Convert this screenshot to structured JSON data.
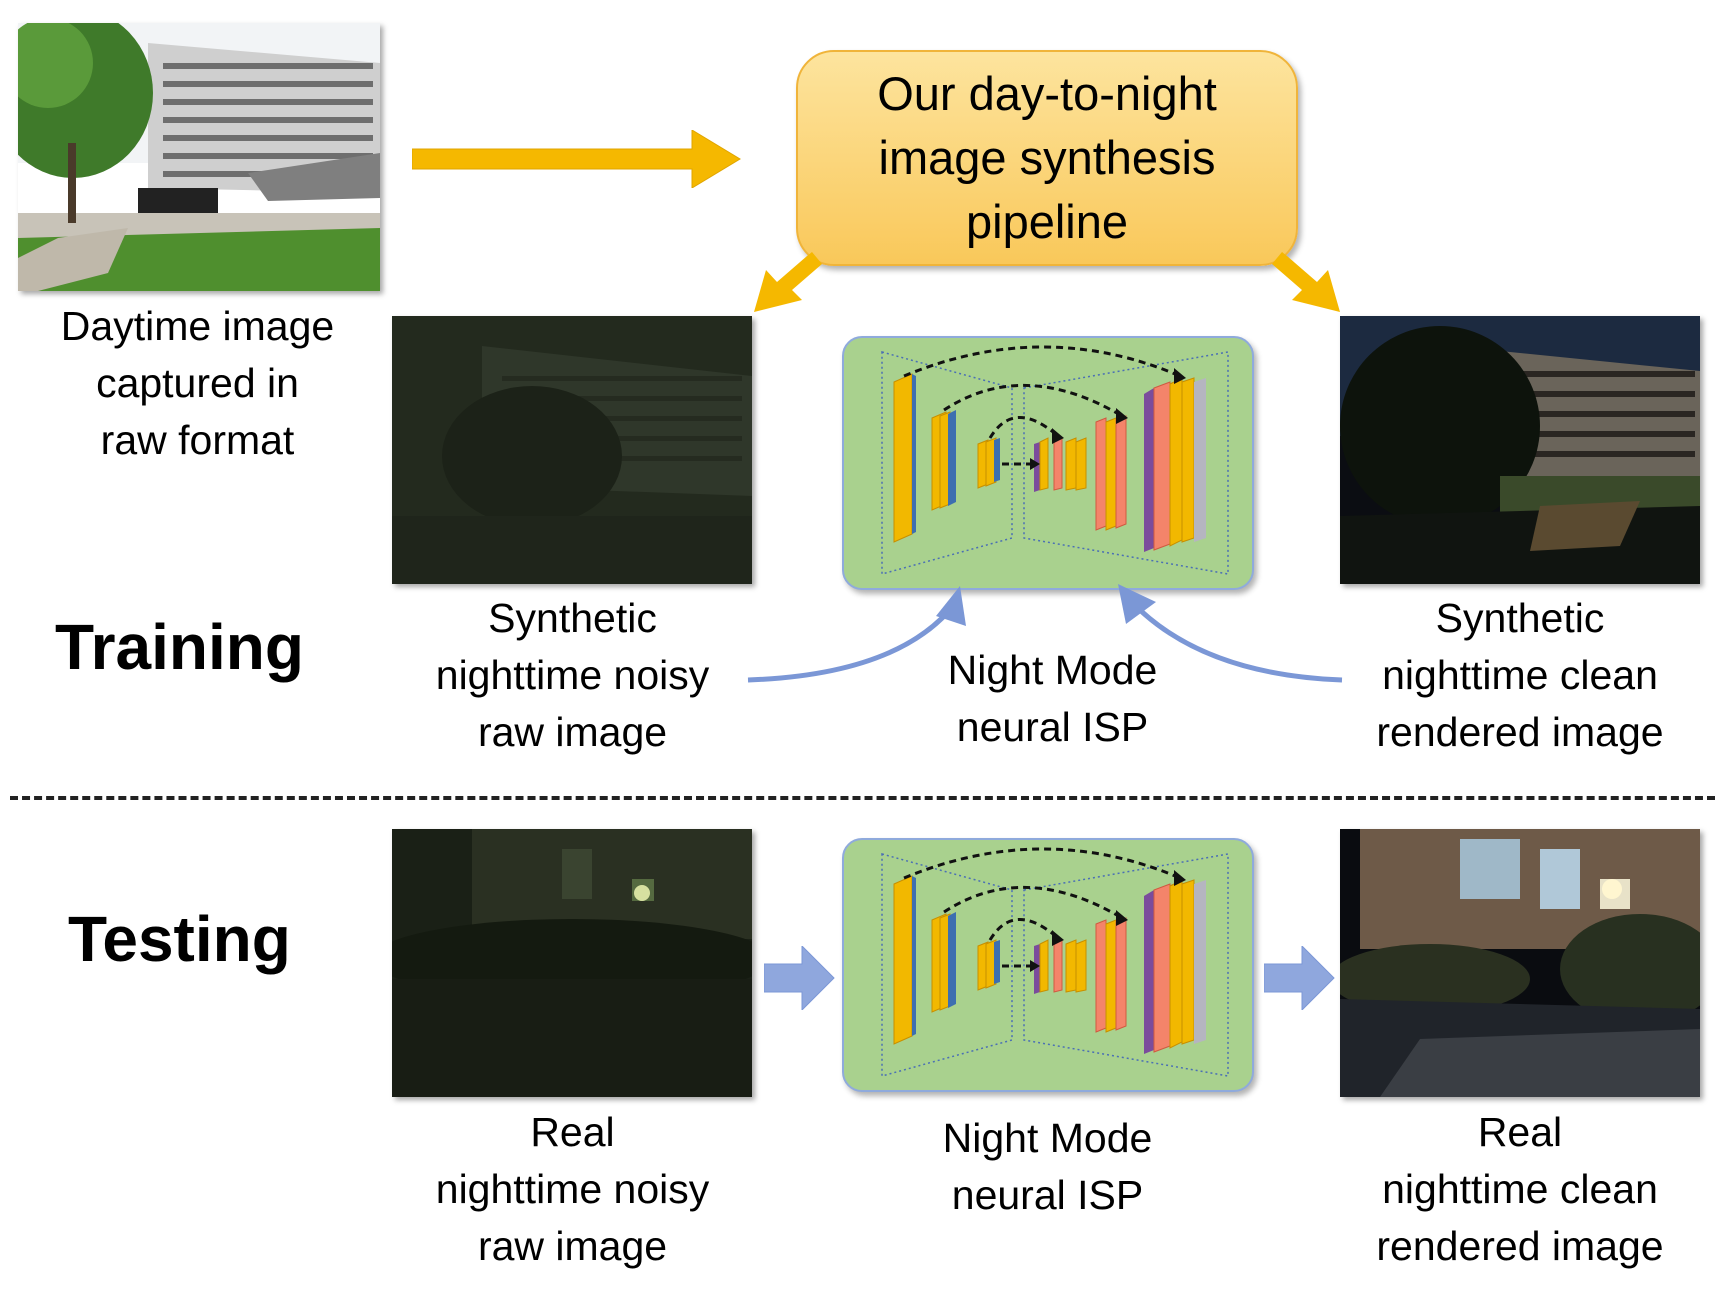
{
  "pipeline": {
    "lines": [
      "Our day-to-night",
      "image synthesis",
      "pipeline"
    ]
  },
  "daytime": {
    "caption": [
      "Daytime image",
      "captured in",
      "raw format"
    ]
  },
  "training": {
    "title": "Training",
    "input_caption": [
      "Synthetic",
      "nighttime noisy",
      "raw image"
    ],
    "isp_caption": [
      "Night Mode",
      "neural ISP"
    ],
    "output_caption": [
      "Synthetic",
      "nighttime clean",
      "rendered image"
    ]
  },
  "testing": {
    "title": "Testing",
    "input_caption": [
      "Real",
      "nighttime noisy",
      "raw image"
    ],
    "isp_caption": [
      "Night Mode",
      "neural ISP"
    ],
    "output_caption": [
      "Real",
      "nighttime clean",
      "rendered image"
    ]
  },
  "colors": {
    "pipeline_fill": "#f9c85a",
    "gold_arrow": "#f5b800",
    "blue_arrow": "#7b97d6",
    "network_box": "#a9d18e",
    "layer_yellow": "#f2b800",
    "layer_blue": "#3d6fb0",
    "layer_salmon": "#f4846a",
    "layer_purple": "#7b4c9c",
    "layer_gray": "#b5b5c0"
  }
}
